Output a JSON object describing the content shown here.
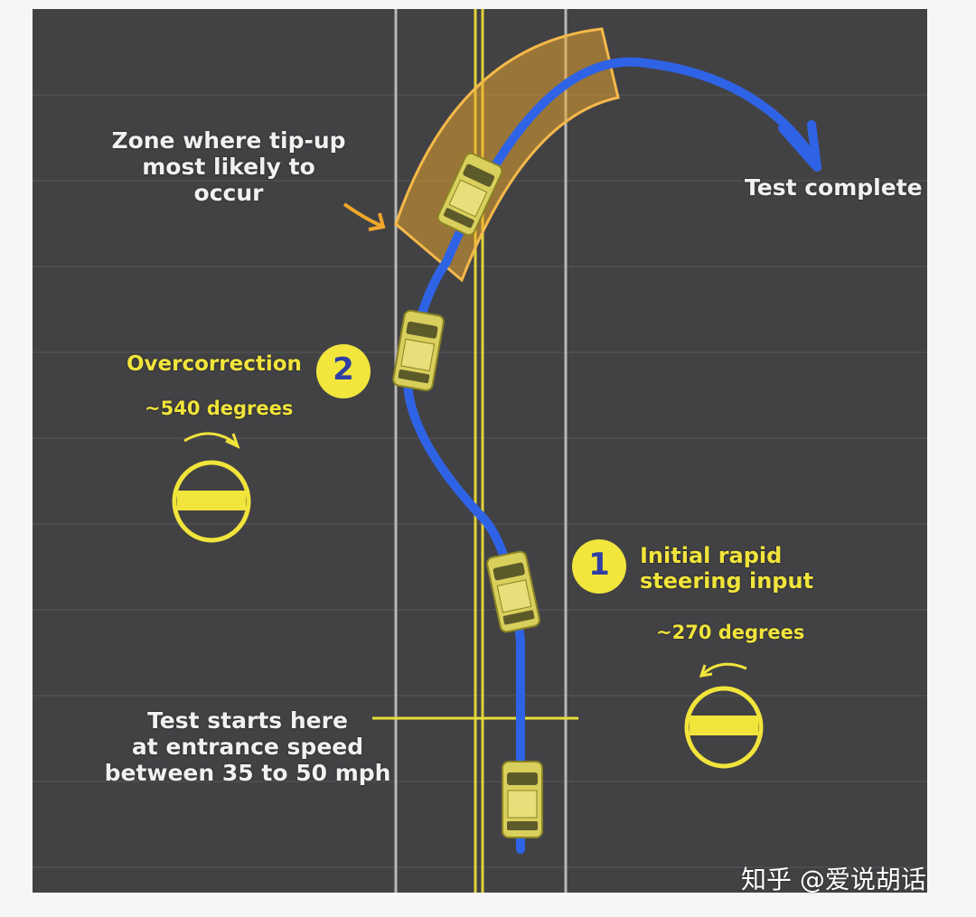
{
  "colors": {
    "road": "#424245",
    "lane_line": "#b8b8b8",
    "center_line": "#e2d33a",
    "path": "#2f63e6",
    "zone": "#f0a72a",
    "car": "#d9cf5c",
    "label_yellow": "#f1e43b",
    "label_white": "#f1f1f1"
  },
  "icons": [
    "steering-wheel-icon",
    "rotation-arrow-icon",
    "car-icon",
    "direction-arrow-icon"
  ],
  "labels": {
    "zone": [
      "Zone where tip-up",
      "most likely to occur"
    ],
    "complete": "Test complete",
    "overcorrection": "Overcorrection",
    "step2": "2",
    "deg540": "~540 degrees",
    "step1": "1",
    "initial": [
      "Initial rapid",
      "steering input"
    ],
    "deg270": "~270 degrees",
    "start": [
      "Test starts here",
      "at entrance speed",
      "between 35 to 50 mph"
    ]
  },
  "watermark": "知乎 @爱说胡话"
}
